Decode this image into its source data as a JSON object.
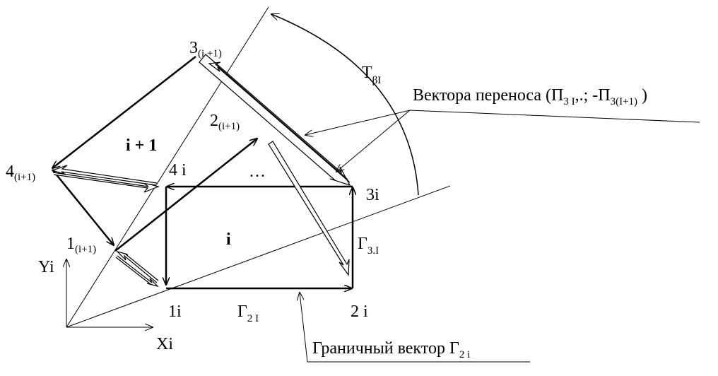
{
  "axes": {
    "y_label": "Yi",
    "x_label": "Xi"
  },
  "cells": {
    "current": "i",
    "next": "i + 1"
  },
  "nodes": {
    "n1i": "1i",
    "n2i": "2 i",
    "n3i": "3i",
    "n4i": "4 i",
    "n1next": {
      "main": "1",
      "sub": "(i+1)"
    },
    "n2next": {
      "main": "2",
      "sub": "(i+1)"
    },
    "n3next": {
      "main": "3",
      "sub": "(i +1)"
    },
    "n4next": {
      "main": "4",
      "sub": "(i+1)"
    }
  },
  "vectors": {
    "gamma2": {
      "main": "Γ",
      "sub": "2 I"
    },
    "gamma3": {
      "main": "Γ",
      "sub": "3.I"
    },
    "rotation": {
      "main": "T",
      "sub": "βI"
    }
  },
  "annotations": {
    "ellipsis": "…",
    "transfer": {
      "prefix": "Вектора переноса (П",
      "sub1": "3 I",
      "mid1": ",.;",
      "mid2": " -П",
      "sub2": "3(I+1)",
      "suffix": " )"
    },
    "boundary": {
      "main": "Граничный вектор Г",
      "sub": "2 i"
    }
  }
}
